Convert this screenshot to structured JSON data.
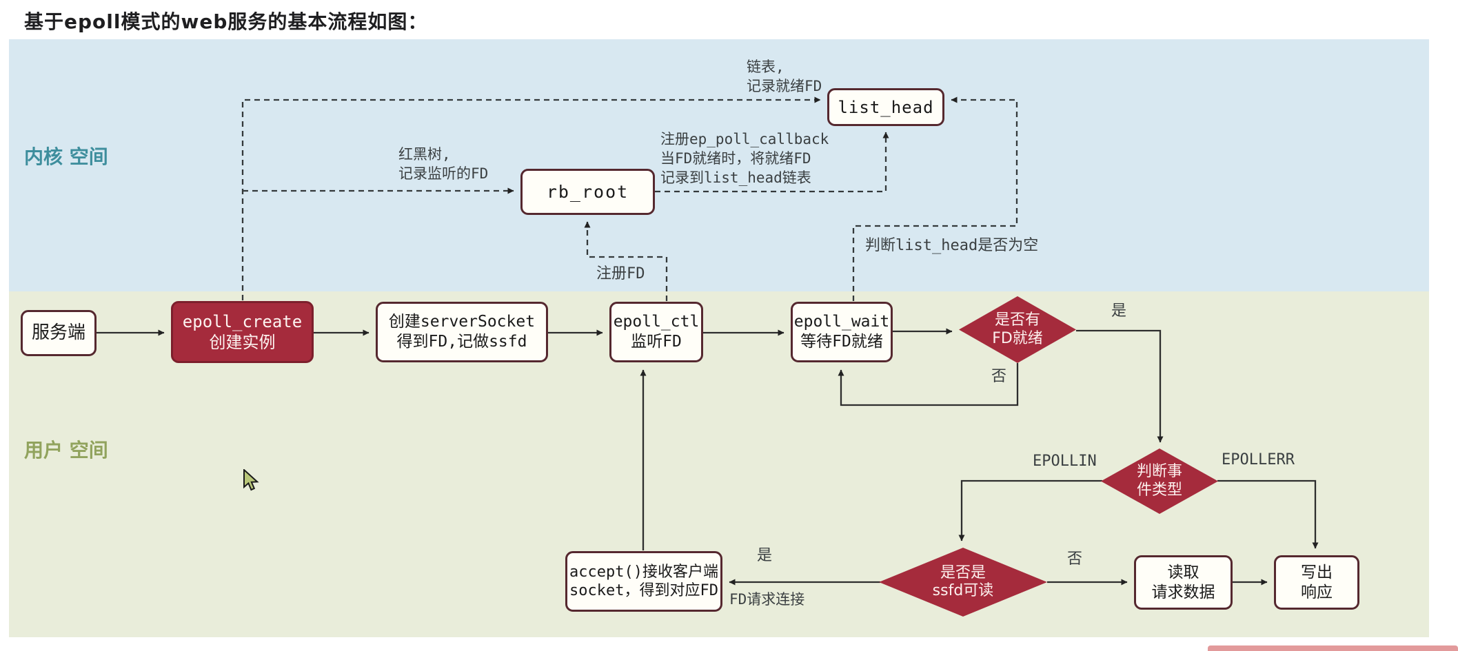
{
  "title": "基于epoll模式的web服务的基本流程如图：",
  "regions": {
    "kernel": {
      "line1": "内核",
      "line2": "空间"
    },
    "user": {
      "line1": "用户",
      "line2": "空间"
    }
  },
  "nodes": {
    "server": {
      "label": "服务端"
    },
    "epoll_create": {
      "line1": "epoll_create",
      "line2": "创建实例"
    },
    "create_socket": {
      "line1": "创建serverSocket",
      "line2": "得到FD,记做ssfd"
    },
    "epoll_ctl": {
      "line1": "epoll_ctl",
      "line2": "监听FD"
    },
    "epoll_wait": {
      "line1": "epoll_wait",
      "line2": "等待FD就绪"
    },
    "rb_root": {
      "label": "rb_root"
    },
    "list_head": {
      "label": "list_head"
    },
    "accept": {
      "line1": "accept()接收客户端",
      "line2": "socket，得到对应FD"
    },
    "read_data": {
      "line1": "读取",
      "line2": "请求数据"
    },
    "write_resp": {
      "line1": "写出",
      "line2": "响应"
    },
    "decision_fd_ready": {
      "line1": "是否有",
      "line2": "FD就绪"
    },
    "decision_event_type": {
      "line1": "判断事",
      "line2": "件类型"
    },
    "decision_ssfd": {
      "line1": "是否是",
      "line2": "ssfd可读"
    }
  },
  "edge_labels": {
    "rbtree_note": {
      "line1": "红黑树,",
      "line2": "记录监听的FD"
    },
    "list_note": {
      "line1": "链表,",
      "line2": "记录就绪FD"
    },
    "callback_note": {
      "line1": "注册ep_poll_callback",
      "line2": "当FD就绪时，将就绪FD",
      "line3": "记录到list_head链表"
    },
    "register_fd": "注册FD",
    "check_empty": "判断list_head是否为空",
    "fd_ready_yes": "是",
    "fd_ready_no": "否",
    "epollin": "EPOLLIN",
    "epollerr": "EPOLLERR",
    "ssfd_yes": "是",
    "ssfd_yes_note": "FD请求连接",
    "ssfd_no": "否"
  },
  "colors": {
    "kernel_bg": "#d8e8f1",
    "user_bg": "#e9edda",
    "kernel_label": "#3e8e9d",
    "user_label": "#91a35d",
    "node_fill": "#fffef8",
    "node_border": "#55282f",
    "accent_red": "#a52b3c",
    "line": "#2d2d2d"
  }
}
